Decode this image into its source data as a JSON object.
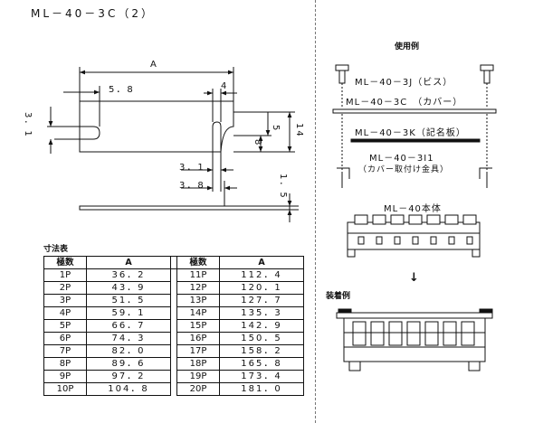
{
  "title": "ML－40－3C（2）",
  "dims": {
    "a": "A",
    "d58": "5．8",
    "d4": "4",
    "d31": "3．1",
    "d5": "5",
    "d8": "8",
    "d14": "14",
    "d31b": "3．1",
    "d38": "3．8",
    "d15": "1．5"
  },
  "usage": {
    "heading": "使用例",
    "parts": [
      "ML－40－3J（ビス）",
      "ML－40－3C　（カバー）",
      "ML－40－3K（記名板）",
      "ML－40－3I1",
      "（カバー取付け金具）",
      "ML－40本体"
    ],
    "assembly_heading": "装着例",
    "arrow": "↓"
  },
  "table": {
    "heading": "寸法表",
    "headers": [
      "極数",
      "A",
      "極数",
      "A"
    ],
    "rows": [
      [
        "1P",
        "36．2",
        "11P",
        "112．4"
      ],
      [
        "2P",
        "43．9",
        "12P",
        "120．1"
      ],
      [
        "3P",
        "51．5",
        "13P",
        "127．7"
      ],
      [
        "4P",
        "59．1",
        "14P",
        "135．3"
      ],
      [
        "5P",
        "66．7",
        "15P",
        "142．9"
      ],
      [
        "6P",
        "74．3",
        "16P",
        "150．5"
      ],
      [
        "7P",
        "82．0",
        "17P",
        "158．2"
      ],
      [
        "8P",
        "89．6",
        "18P",
        "165．8"
      ],
      [
        "9P",
        "97．2",
        "19P",
        "173．4"
      ],
      [
        "10P",
        "104．8",
        "20P",
        "181．0"
      ]
    ]
  }
}
